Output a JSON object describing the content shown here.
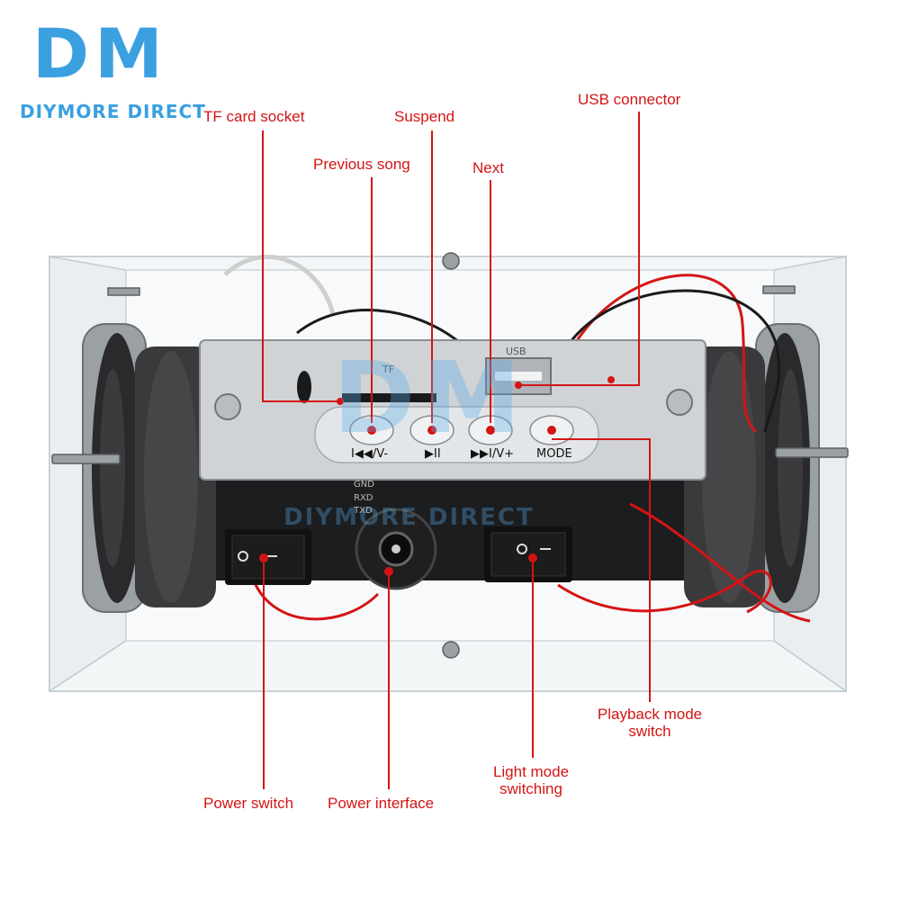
{
  "brand": {
    "logo": "DM",
    "name": "DIYMORE DIRECT"
  },
  "labels": {
    "tf_card_socket": "TF card socket",
    "suspend": "Suspend",
    "previous_song": "Previous song",
    "next": "Next",
    "usb_connector": "USB connector",
    "playback_mode_line1": "Playback mode",
    "playback_mode_line2": "switch",
    "light_mode_line1": "Light mode",
    "light_mode_line2": "switching",
    "power_switch": "Power switch",
    "power_interface": "Power interface"
  },
  "panel": {
    "tf_mark": "TF",
    "usb_mark": "USB",
    "btn_prev": "I◀◀/V-",
    "btn_play": "▶II",
    "btn_next": "▶▶I/V+",
    "btn_mode": "MODE"
  },
  "board": {
    "gnd": "GND",
    "rxd": "RXD",
    "txd": "TXD"
  },
  "watermark": {
    "logo": "DM",
    "name": "DIYMORE DIRECT"
  },
  "colors": {
    "brand": "#3aa0e0",
    "callout": "#d41414"
  }
}
